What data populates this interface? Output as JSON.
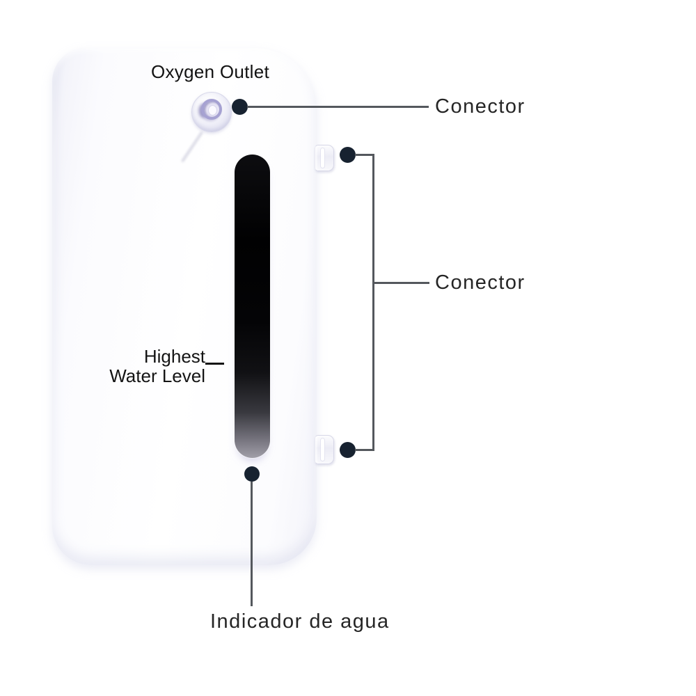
{
  "diagram": {
    "device": {
      "title": "Oxygen Outlet",
      "water_level": {
        "line1": "Highest",
        "line2": "Water Level"
      }
    },
    "callouts": {
      "connector_top": {
        "label": "Conector"
      },
      "connector_side": {
        "label": "Conector"
      },
      "water_indicator": {
        "label": "Indicador de agua"
      }
    },
    "colors": {
      "background": "#ffffff",
      "device_body": "#fbfbfe",
      "device_shade": "#e8e9f4",
      "device_print_text": "#121212",
      "window_top": "#010102",
      "window_bottom": "#a19fa9",
      "nozzle_ring": "#a6a2d2",
      "callout_dot": "#172230",
      "callout_line": "#54585d",
      "callout_text": "#252525"
    }
  }
}
